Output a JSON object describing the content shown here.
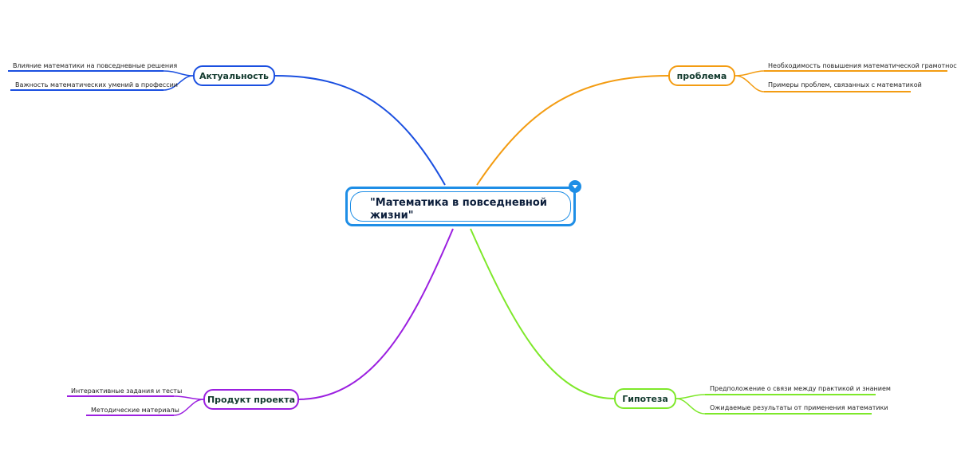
{
  "central_topic": {
    "label": "\"Математика в повседневной жизни\""
  },
  "branches": {
    "relevance": {
      "label": "Актуальность",
      "color": "#1a4fe0",
      "leaves": [
        "Влияние математики на повседневные решения",
        "Важность математических умений в профессии"
      ]
    },
    "problem": {
      "label": "проблема",
      "color": "#f39c12",
      "leaves": [
        "Необходимость повышения математической грамотности",
        "Примеры проблем, связанных с математикой"
      ]
    },
    "product": {
      "label": "Продукт проекта",
      "color": "#9b1fe0",
      "leaves": [
        "Интерактивные задания и тесты",
        "Методические материалы"
      ]
    },
    "hypothesis": {
      "label": "Гипотеза",
      "color": "#7ee82a",
      "leaves": [
        "Предположение о связи между практикой и знанием",
        "Ожидаемые результаты от применения математики"
      ]
    }
  },
  "icons": {
    "collapse": "triangle-down-icon"
  }
}
